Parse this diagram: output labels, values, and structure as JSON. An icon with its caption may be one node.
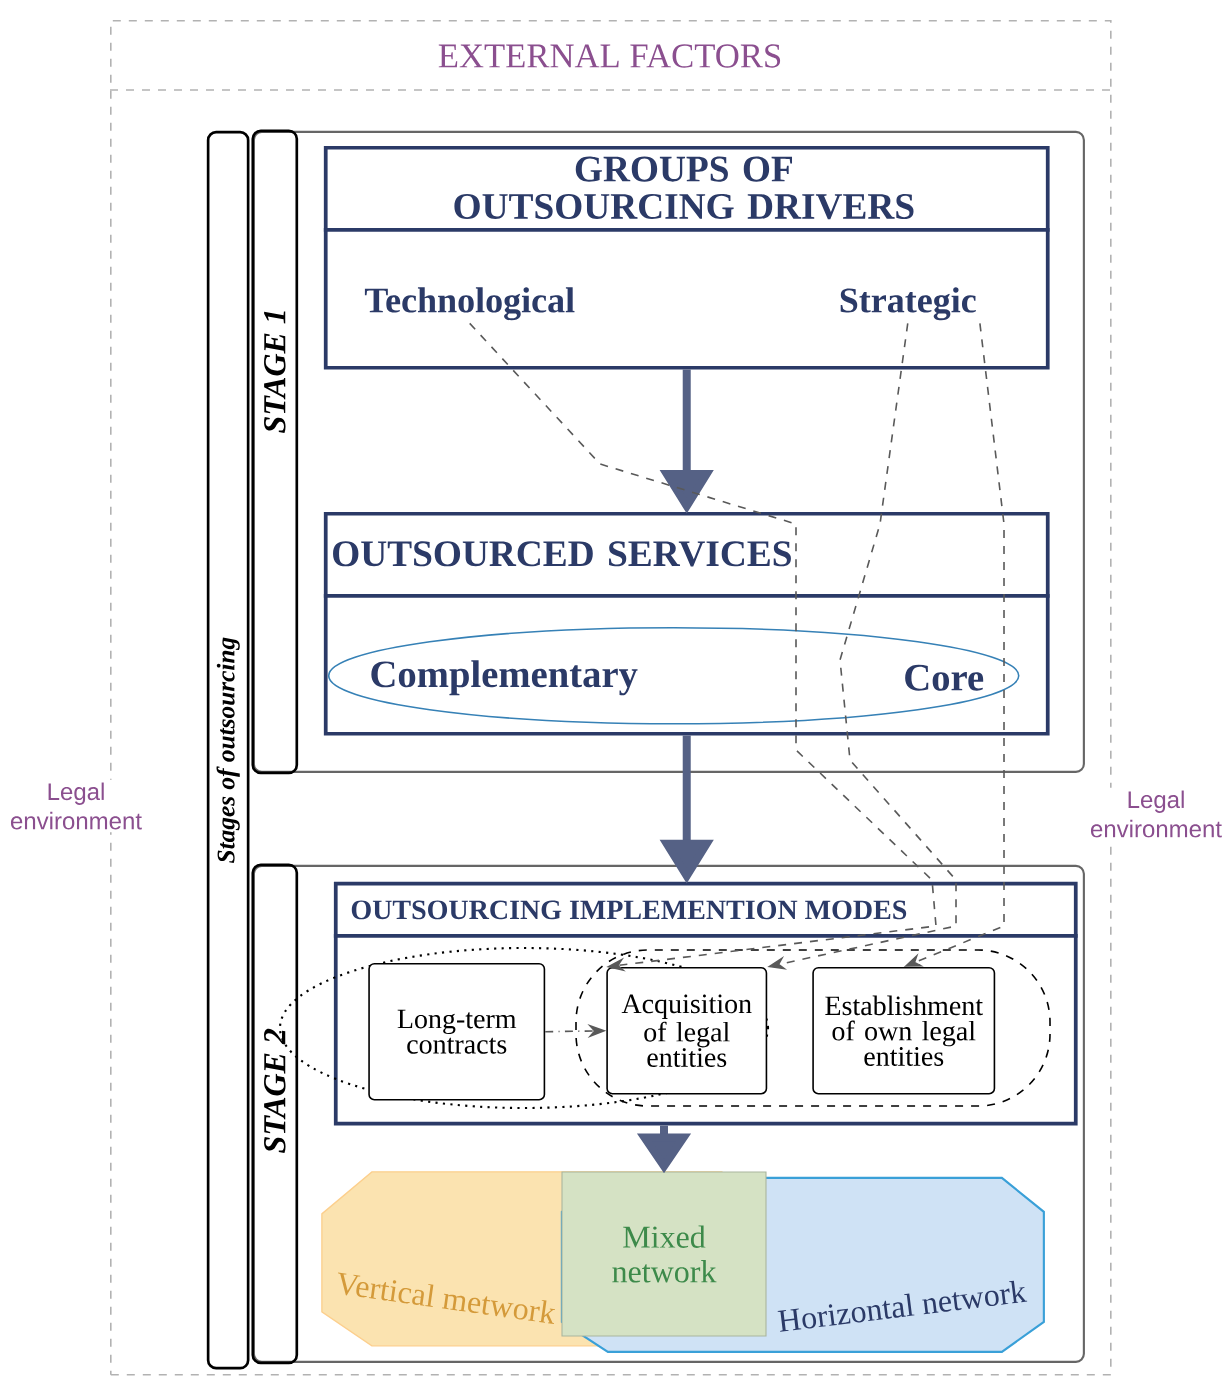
{
  "diagram": {
    "nodes": [
      {
        "text": [
          "EXTERNAL FACTORS"
        ]
      },
      {
        "text": [
          "Stages of outsourcing"
        ],
        "in": 0
      },
      {
        "text": [
          "STAGE 1"
        ],
        "in": 0
      },
      {
        "text": [
          "GROUPS OF OUTSOURCING DRIVERS"
        ],
        "in": 2
      },
      {
        "text": [
          "Technological"
        ],
        "in": 3
      },
      {
        "text": [
          "Strategic"
        ],
        "in": 3
      },
      {
        "text": [
          "OUTSOURCED SERVICES"
        ],
        "in": 2
      },
      {
        "text": [],
        "shape": "ellipse",
        "in": 6
      },
      {
        "text": [
          "Complementary"
        ],
        "in": 7
      },
      {
        "text": [
          "Core"
        ],
        "in": 7
      },
      {
        "text": [
          "STAGE 2"
        ],
        "in": 0
      },
      {
        "text": [
          "OUTSOURCING IMPLEMENTION MODES"
        ],
        "in": 10
      },
      {
        "text": [
          "Long-term contracts"
        ],
        "in": 11
      },
      {
        "text": [
          "Acquisition of legal entities"
        ],
        "in": 11
      },
      {
        "text": [
          "Establishment of own legal entities"
        ],
        "in": 11
      },
      {
        "text": [
          "Vertical metwork"
        ],
        "in": 10
      },
      {
        "text": [
          "Mixed network"
        ]
      },
      {
        "text": [
          "Horizontal network"
        ],
        "in": 10
      }
    ],
    "edges": [
      {
        "from": 3,
        "to": 6,
        "arrow": "to",
        "style": "thick"
      },
      {
        "from": 6,
        "to": 11,
        "arrow": "to",
        "style": "thick"
      },
      {
        "from": 11,
        "to": 16,
        "arrow": "to",
        "style": "thick"
      },
      {
        "from": 4,
        "to": 13,
        "arrow": "to",
        "style": "dashed"
      },
      {
        "from": 5,
        "to": 13,
        "arrow": "to",
        "style": "dashed"
      },
      {
        "from": 5,
        "to": 14,
        "arrow": "to",
        "style": "dashed"
      },
      {
        "from": 12,
        "to": 13,
        "arrow": "to",
        "style": "dashed"
      }
    ],
    "labels": [
      "Legal environment",
      "Legal environment"
    ]
  }
}
